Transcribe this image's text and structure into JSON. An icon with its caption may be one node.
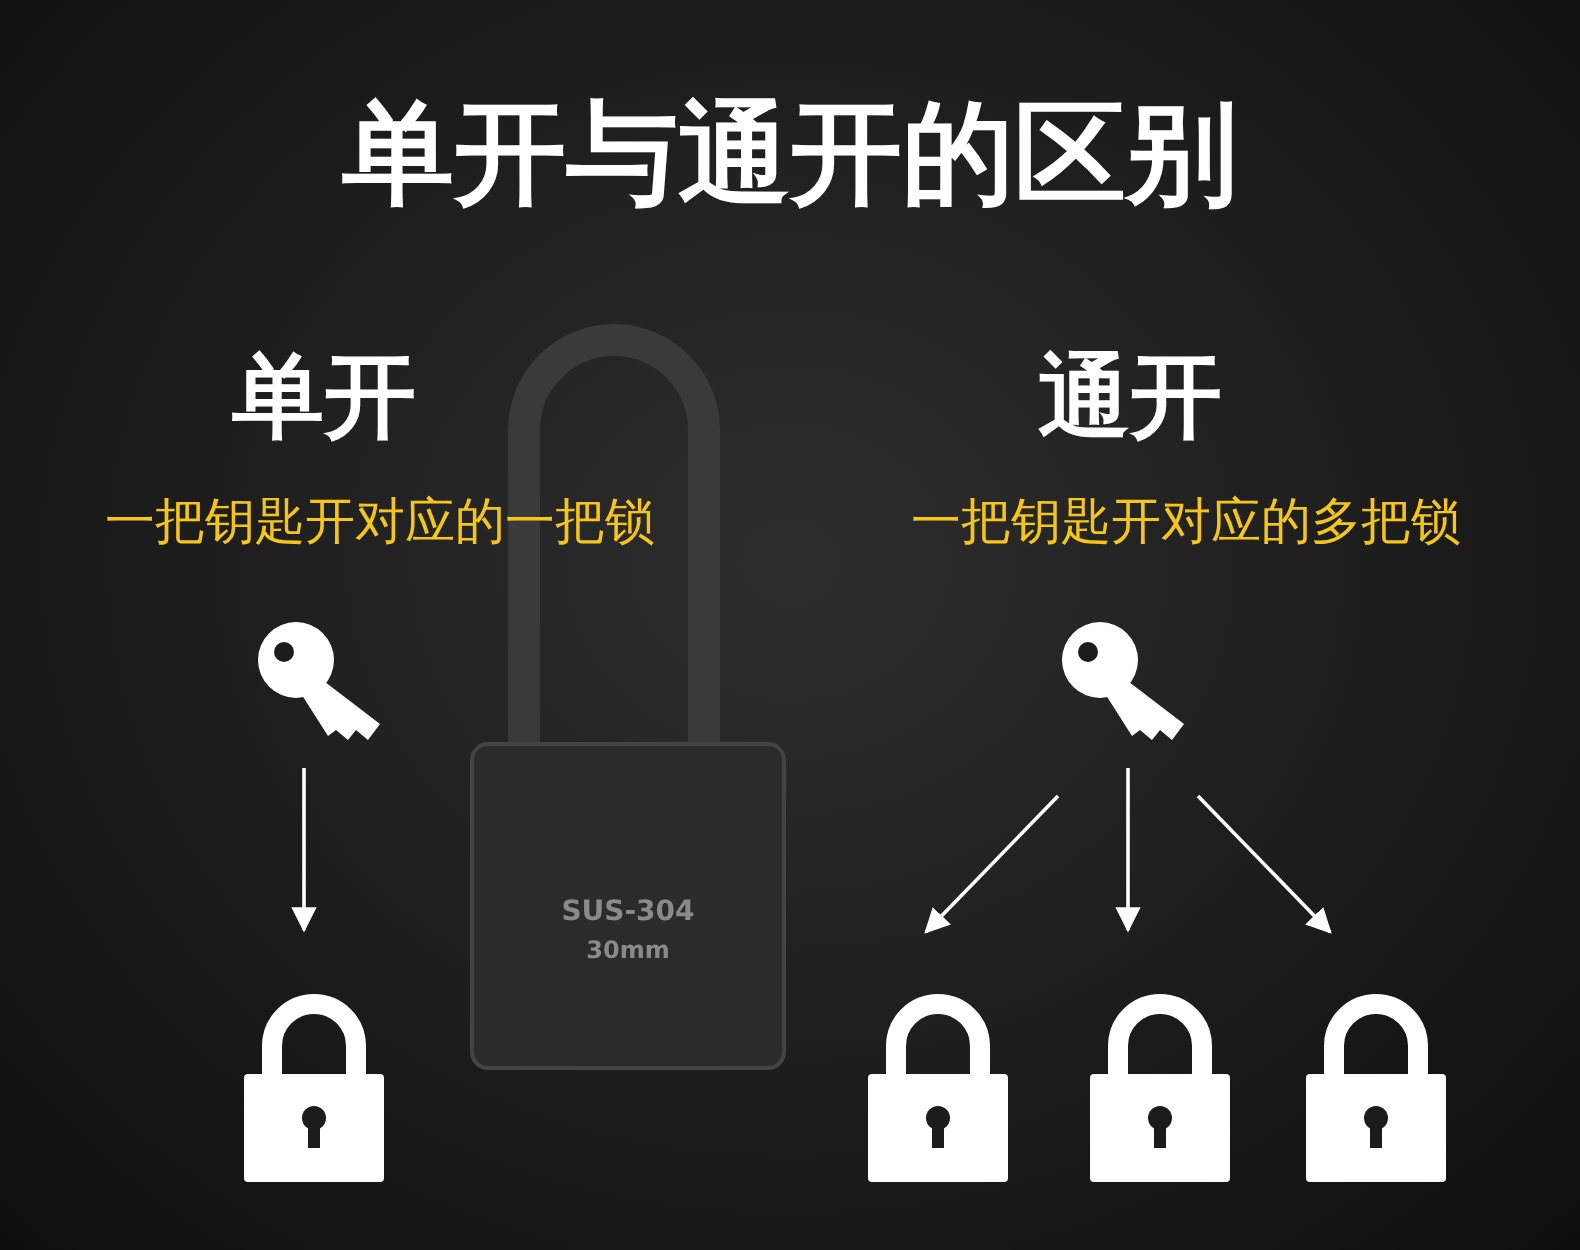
{
  "diagram": {
    "title": "单开与通开的区别",
    "nodes": [
      {
        "text": [],
        "shape": "picture"
      },
      {
        "text": [],
        "shape": "picture"
      },
      {
        "text": [],
        "shape": "picture"
      },
      {
        "text": [],
        "shape": "picture"
      },
      {
        "text": [],
        "shape": "picture"
      },
      {
        "text": [],
        "shape": "picture"
      }
    ],
    "edges": [
      {
        "from": 0,
        "to": 1,
        "arrow": "to"
      },
      {
        "from": 2,
        "to": 3,
        "arrow": "to"
      },
      {
        "from": 2,
        "to": 4,
        "arrow": "to"
      },
      {
        "from": 2,
        "to": 5,
        "arrow": "to"
      }
    ],
    "labels": [
      "单开",
      "通开",
      "一把钥匙开对应的一把锁",
      "一把钥匙开对应的多把锁",
      "SUS-304",
      "30mm"
    ]
  }
}
